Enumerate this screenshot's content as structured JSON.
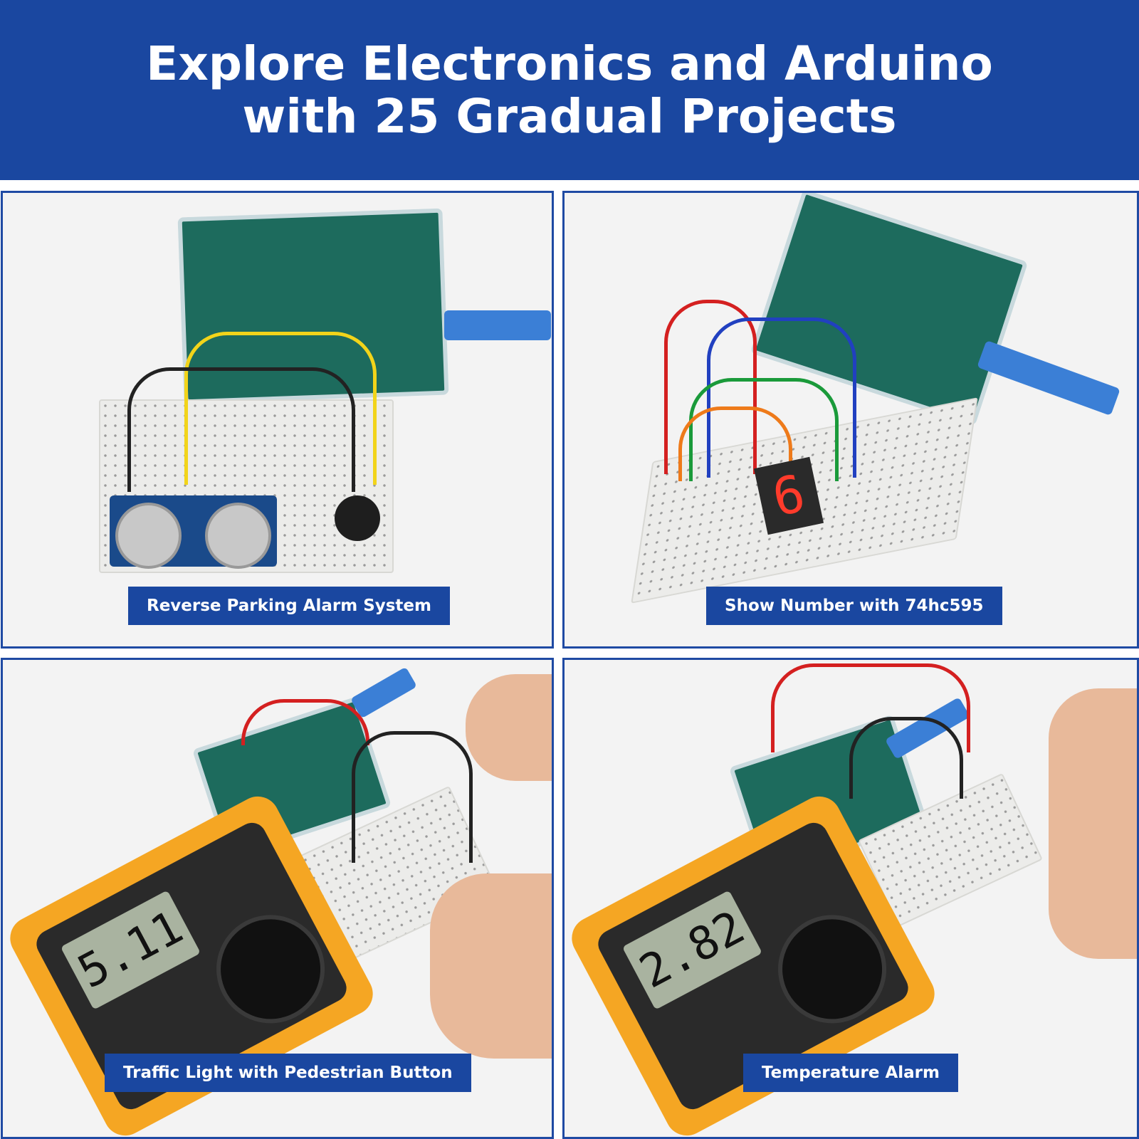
{
  "banner": {
    "title_line1": "Explore Electronics and Arduino",
    "title_line2": "with 25 Gradual Projects"
  },
  "panels": [
    {
      "label": "Reverse Parking Alarm System"
    },
    {
      "label": "Show Number with 74hc595"
    },
    {
      "label": "Traffic Light with Pedestrian Button",
      "meter_reading": "5.11"
    },
    {
      "label": "Temperature Alarm",
      "meter_reading": "2.82"
    }
  ],
  "colors": {
    "brand_blue": "#1a47a0",
    "meter_orange": "#f5a623",
    "board_green": "#1d6b5d"
  }
}
